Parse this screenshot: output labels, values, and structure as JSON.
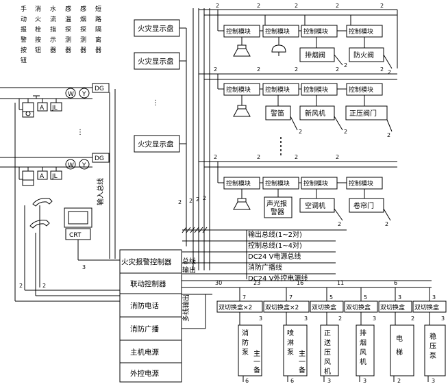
{
  "detector_labels": [
    "手动报警按钮",
    "消火栓按钮",
    "水流指示器",
    "感温探测器",
    "感烟探测器",
    "短路隔离器"
  ],
  "dg_label": "DG",
  "fire_display_label": "火灾显示盘",
  "control_module_label": "控制模块",
  "crt_label": "CRT",
  "input_bus_label": "输入总线",
  "row1_devices": [
    "排烟阀",
    "防火阀"
  ],
  "row2_devices": [
    "警笛",
    "新风机",
    "正压阀门"
  ],
  "row3_devices": [
    "声光报警器",
    "空调机",
    "卷帘门"
  ],
  "bus_legend": [
    "输出总线(1~2对)",
    "控制总线(1~4对)",
    "DC24 V电源总线",
    "消防广播线",
    "DC24 V外控电源线"
  ],
  "bus_output_label": "总线输出",
  "multi_output_label": "多线输出",
  "main_panel": [
    "火灾报警控制器",
    "联动控制器",
    "消防电话",
    "消防广播",
    "主机电源",
    "外控电源"
  ],
  "switch_boxes": [
    "双切换盒×2",
    "双切换盒×2",
    "双切换盒",
    "双切换盒",
    "双切换盒",
    "双切换盒"
  ],
  "bottom_devices": [
    "消防泵",
    "喷淋泵",
    "正送压风机",
    "排烟风机",
    "电梯",
    "稳压泵"
  ],
  "pump_sub_labels": [
    "主",
    "备"
  ],
  "wire_counts": {
    "two": "2",
    "three": "3",
    "five": "5",
    "six": "6",
    "seven": "7",
    "eleven": "11",
    "sixteen": "16",
    "twentythree": "23",
    "thirty": "30"
  },
  "ellipsis": "⋮"
}
